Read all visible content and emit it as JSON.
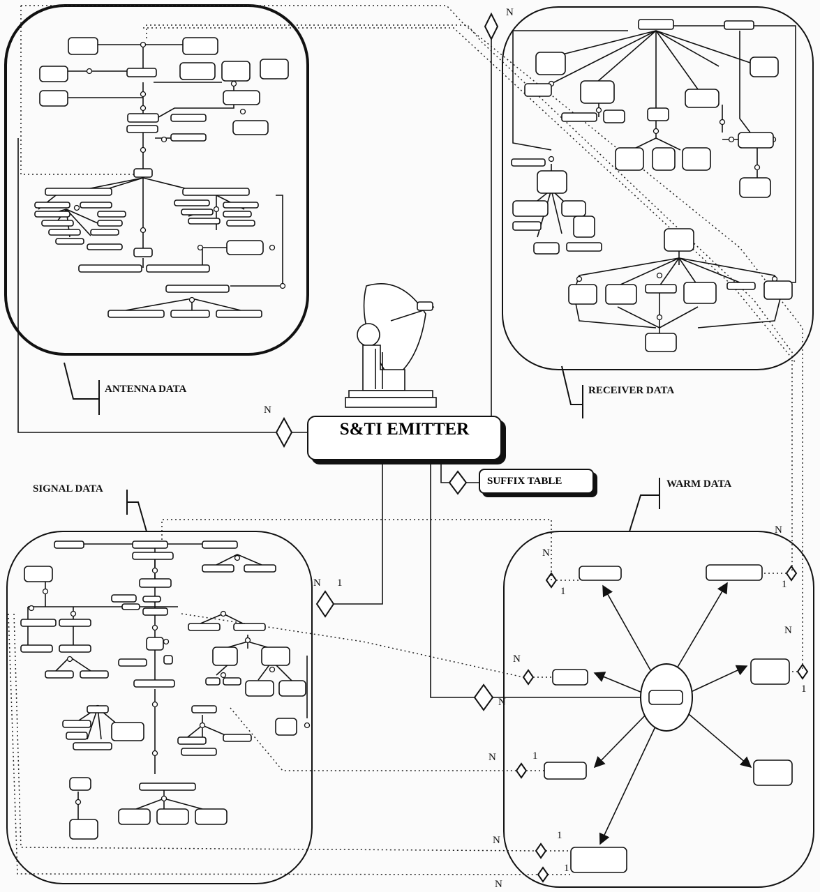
{
  "title": "S&TI EMITTER",
  "suffix_table": "SUFFIX TABLE",
  "groups": {
    "antenna": "ANTENNA DATA",
    "receiver": "RECEIVER DATA",
    "signal": "SIGNAL DATA",
    "warm": "WARM DATA"
  },
  "cardinality": {
    "n": "N",
    "one": "1"
  }
}
